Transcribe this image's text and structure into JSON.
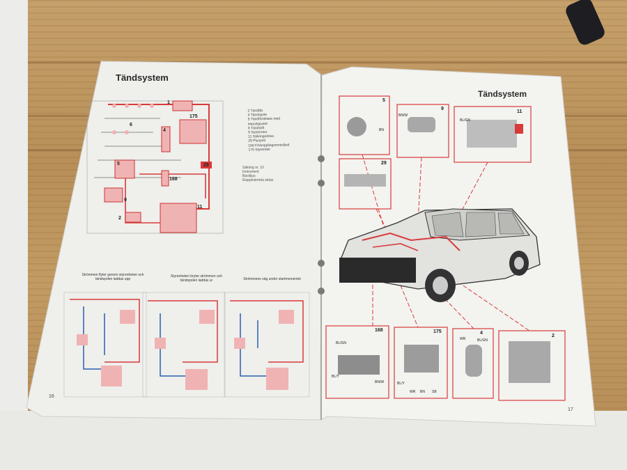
{
  "left_page": {
    "title": "Tändsystem",
    "legend": [
      "2 Tändlås",
      "4 Tändspole",
      "5 Tändfördelare med",
      "impulsgivare",
      "6 Tändstift",
      "9 Startmotor",
      "11 Säkringsdosa",
      "29 Pluspolt",
      "168 Förkopplingsmotstånd",
      "175 Styrenhet"
    ],
    "fuse_note": [
      "Säkring nr. 10",
      "Instrument",
      "Backljus",
      "Elupptvärmda stolar"
    ],
    "captions": [
      "Strömmen flyter genom styrenheten och tändspolen laddas upp",
      "Styrenheten bryter strömmen och tändspolen laddas ur",
      "Strömmens väg under startmomentet"
    ],
    "diagram_numbers": [
      "1",
      "175",
      "6",
      "5",
      "29",
      "168",
      "9",
      "2",
      "11",
      "4"
    ],
    "page_number": "16"
  },
  "right_page": {
    "title": "Tändsystem",
    "box_numbers": [
      "5",
      "9",
      "11",
      "29",
      "168",
      "175",
      "4",
      "2"
    ],
    "wire_labels": [
      "BN",
      "BN/W",
      "BL/GN",
      "BL/GN",
      "BL/Y",
      "BN/W",
      "BL/Y",
      "WR",
      "BN",
      "SB",
      "WR",
      "BL/GN"
    ],
    "page_number": "17"
  }
}
